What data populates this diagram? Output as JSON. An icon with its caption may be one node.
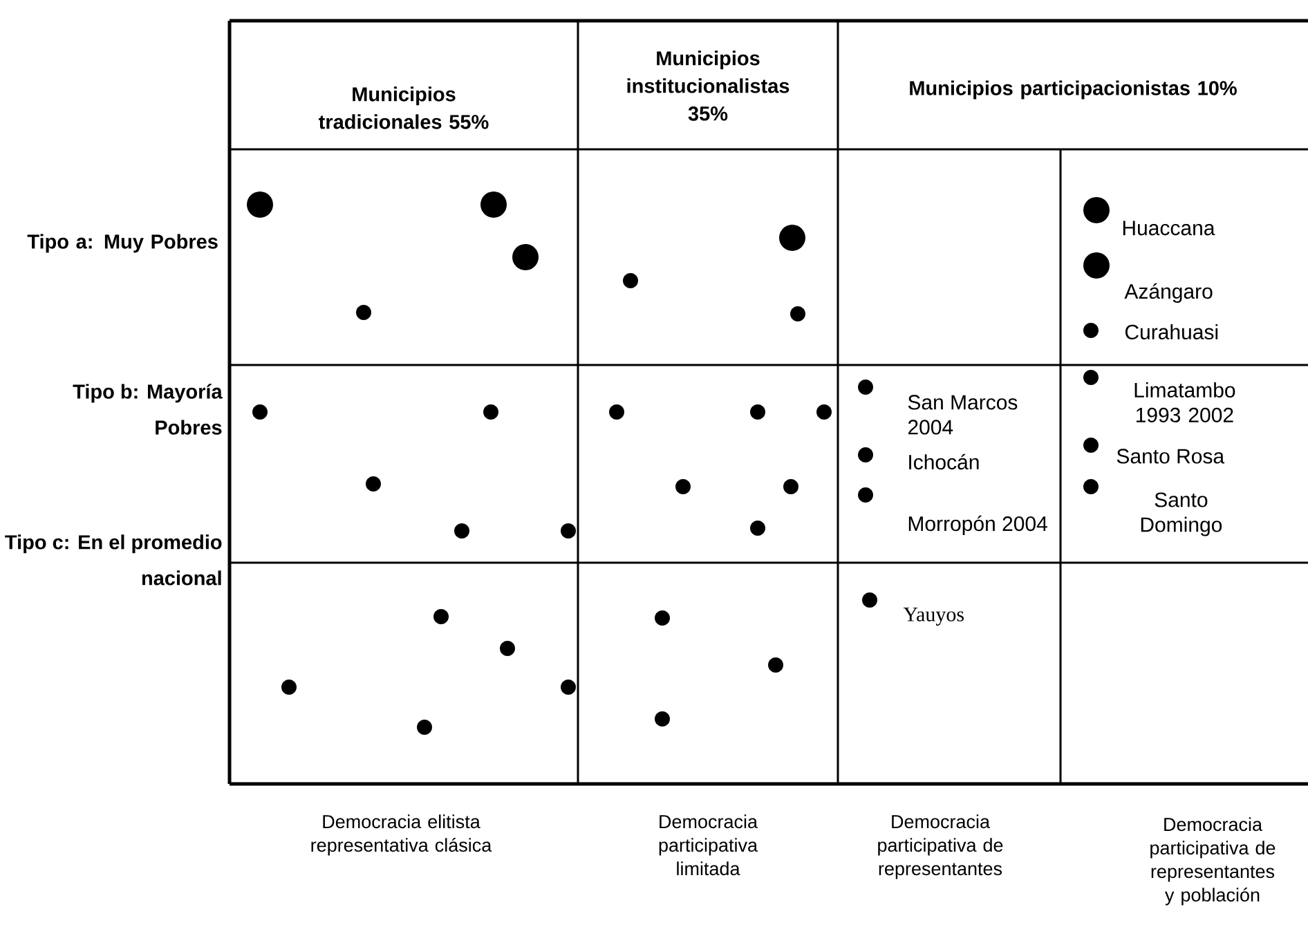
{
  "diagram": {
    "labels": [
      "Municipios tradicionales 55%",
      "Municipios institucionalistas 35%",
      "Municipios participacionistas 10%",
      "Tipo a: Muy Pobres",
      "Huaccana",
      "Azángaro",
      "Curahuasi",
      "Tipo b: Mayoría Pobres",
      "San Marcos 2004",
      "Limatambo 1993 2002",
      "Ichocán",
      "Santo Rosa",
      "Morropón 2004",
      "Santo Domingo",
      "Tipo c: En el promedio nacional",
      "Yauyos",
      "Democracia elitista representativa clásica",
      "Democracia participativa limitada",
      "Democracia participativa de representantes",
      "Democracia participativa de representantes y población"
    ]
  }
}
